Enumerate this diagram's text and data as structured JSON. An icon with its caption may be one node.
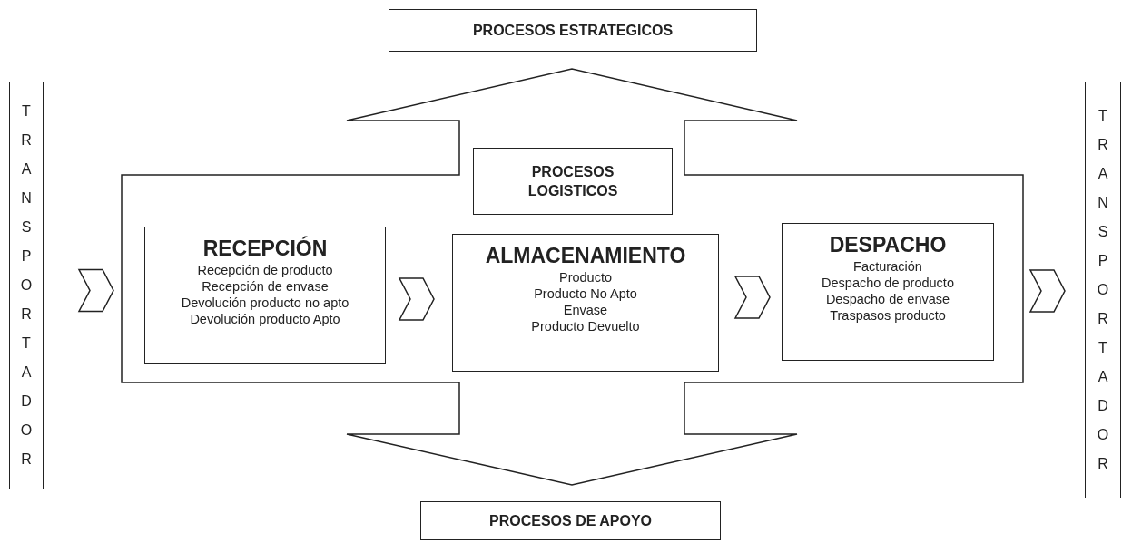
{
  "diagram": {
    "nodes": [
      {
        "text": [
          "PROCESOS ESTRATEGICOS"
        ]
      },
      {
        "text": [
          "TRANSPORTADOR"
        ]
      },
      {
        "text": [],
        "shape": "box"
      },
      {
        "text": [
          "PROCESOS LOGISTICOS"
        ],
        "in": 2
      },
      {
        "text": [
          "RECEPCIÓN",
          "Recepción de producto",
          "Recepción de envase",
          "Devolución producto no apto",
          "Devolución producto Apto"
        ],
        "in": 2
      },
      {
        "text": [
          "ALMACENAMIENTO",
          "Producto",
          "Producto No Apto",
          "Envase",
          "Producto Devuelto"
        ],
        "in": 2
      },
      {
        "text": [
          "DESPACHO",
          "Facturación",
          "Despacho de producto",
          "Despacho de envase",
          "Traspasos producto"
        ],
        "in": 2
      },
      {
        "text": [
          "TRANSPORTADOR"
        ]
      },
      {
        "text": [
          "PROCESOS DE APOYO"
        ]
      }
    ],
    "edges": [
      {
        "from": 1,
        "to": 4,
        "arrow": "to"
      },
      {
        "from": 4,
        "to": 5,
        "arrow": "to"
      },
      {
        "from": 5,
        "to": 6,
        "arrow": "to"
      },
      {
        "from": 6,
        "to": 7,
        "arrow": "to"
      }
    ]
  }
}
